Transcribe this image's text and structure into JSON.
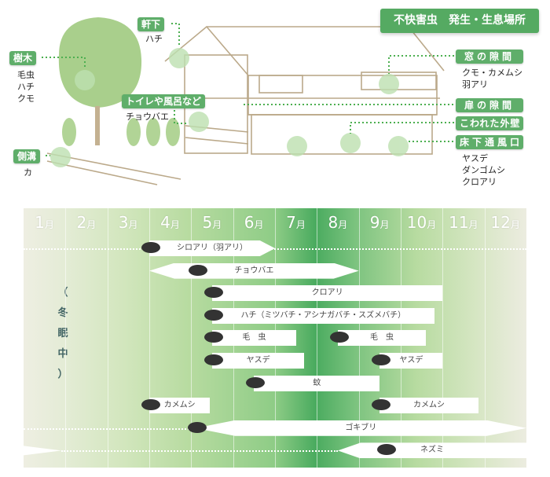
{
  "title": "不快害虫　発生・生息場所",
  "locations": [
    {
      "label": "樹木",
      "pests": "毛虫\nハチ\nクモ"
    },
    {
      "label": "軒下",
      "pests": "ハチ"
    },
    {
      "label": "トイレや風呂など",
      "pests": "チョウバエ"
    },
    {
      "label": "側溝",
      "pests": "カ"
    },
    {
      "label": "窓の隙間",
      "pests": "クモ・カメムシ\n羽アリ"
    },
    {
      "label": "扉の隙間",
      "pests": ""
    },
    {
      "label": "こわれた外壁",
      "pests": ""
    },
    {
      "label": "床下通風口",
      "pests": "ヤスデ\nダンゴムシ\nクロアリ"
    }
  ],
  "chart_data": {
    "type": "table",
    "months": [
      "1",
      "2",
      "3",
      "4",
      "5",
      "6",
      "7",
      "8",
      "9",
      "10",
      "11",
      "12"
    ],
    "month_suffix": "月",
    "hibernation": "（\n冬\n眠\n中\n）",
    "rows": [
      {
        "name": "シロアリ（羽アリ）",
        "periods": [
          [
            4.0,
            7.0
          ]
        ],
        "shape": "arrow-right",
        "dotted": [
          [
            1,
            13
          ]
        ]
      },
      {
        "name": "チョウバエ",
        "periods": [
          [
            4.0,
            9.0
          ]
        ],
        "shape": "double-arrow"
      },
      {
        "name": "クロアリ",
        "periods": [
          [
            5.5,
            11.0
          ]
        ]
      },
      {
        "name": "ハチ（ミツバチ・アシナガバチ・スズメバチ）",
        "periods": [
          [
            5.5,
            10.8
          ]
        ]
      },
      {
        "name": "毛　虫",
        "periods": [
          [
            5.5,
            7.5
          ],
          [
            8.5,
            10.6
          ]
        ]
      },
      {
        "name": "ヤスデ",
        "periods": [
          [
            5.5,
            7.7
          ],
          [
            9.5,
            11.0
          ]
        ]
      },
      {
        "name": "蚊",
        "periods": [
          [
            6.5,
            9.5
          ]
        ]
      },
      {
        "name": "カメムシ",
        "periods": [
          [
            4.0,
            5.45
          ],
          [
            9.5,
            11.85
          ]
        ]
      },
      {
        "name": "ゴキブリ",
        "periods": [
          [
            5.1,
            13.0
          ]
        ],
        "shape": "double-arrow",
        "dotted": [
          [
            1,
            5.1
          ]
        ]
      },
      {
        "name": "ネズミ",
        "periods": [
          [
            8.5,
            13.0
          ]
        ],
        "shape": "arrow-left",
        "dotted": [
          [
            1.9,
            8.5
          ]
        ],
        "lead": [
          [
            1,
            1.9
          ]
        ]
      }
    ]
  },
  "colors": {
    "accent": "#5fae6a",
    "peak": "#4aab5f"
  }
}
